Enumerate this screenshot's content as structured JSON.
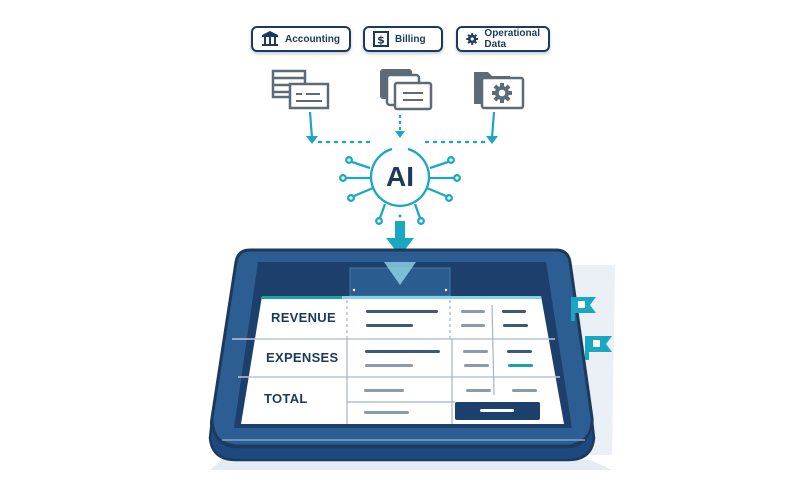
{
  "sources": [
    {
      "id": "accounting",
      "label": "Accounting",
      "icon": "bank-icon",
      "doc_icon": "ledger-documents-icon"
    },
    {
      "id": "billing",
      "label": "Billing",
      "icon": "dollar-document-icon",
      "doc_icon": "stacked-documents-icon"
    },
    {
      "id": "operational",
      "label": "Operational\nData",
      "icon": "gear-icon",
      "doc_icon": "gear-folder-icon"
    }
  ],
  "ai_hub": {
    "label": "AI"
  },
  "sheet": {
    "rows": [
      {
        "label": "REVENUE"
      },
      {
        "label": "EXPENSES"
      },
      {
        "label": "TOTAL"
      }
    ]
  },
  "colors": {
    "navy": "#1d3a5c",
    "tablet": "#2c5d93",
    "tablet_dark": "#1d3f6b",
    "accent": "#1aa7c4",
    "teal": "#1aa5a5",
    "icon_gray": "#5d6b78"
  }
}
